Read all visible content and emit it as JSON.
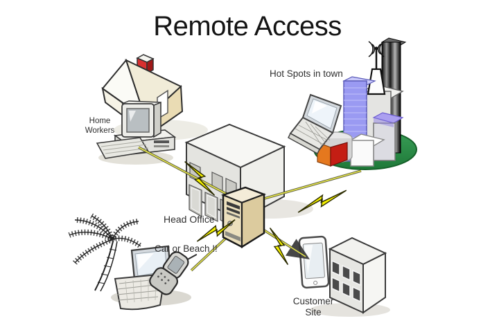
{
  "title": "Remote Access",
  "labels": {
    "home_line1": "Home",
    "home_line2": "Workers",
    "hotspots": "Hot Spots in town",
    "head_office": "Head Office",
    "mobile": "Car or Beach !!",
    "customer_line1": "Customer",
    "customer_line2": "Site"
  },
  "colors": {
    "background": "#ffffff",
    "bolt_yellow": "#f6f200",
    "connector_dark": "#4e4e30",
    "island_green": "#2f9150",
    "city_blue": "#9a9af2",
    "chimney_red": "#d83030",
    "server_beige": "#ece0bd",
    "skyscraper_black": "#141414",
    "wedge_orange": "#e5781e",
    "wedge_red": "#c41e14"
  }
}
